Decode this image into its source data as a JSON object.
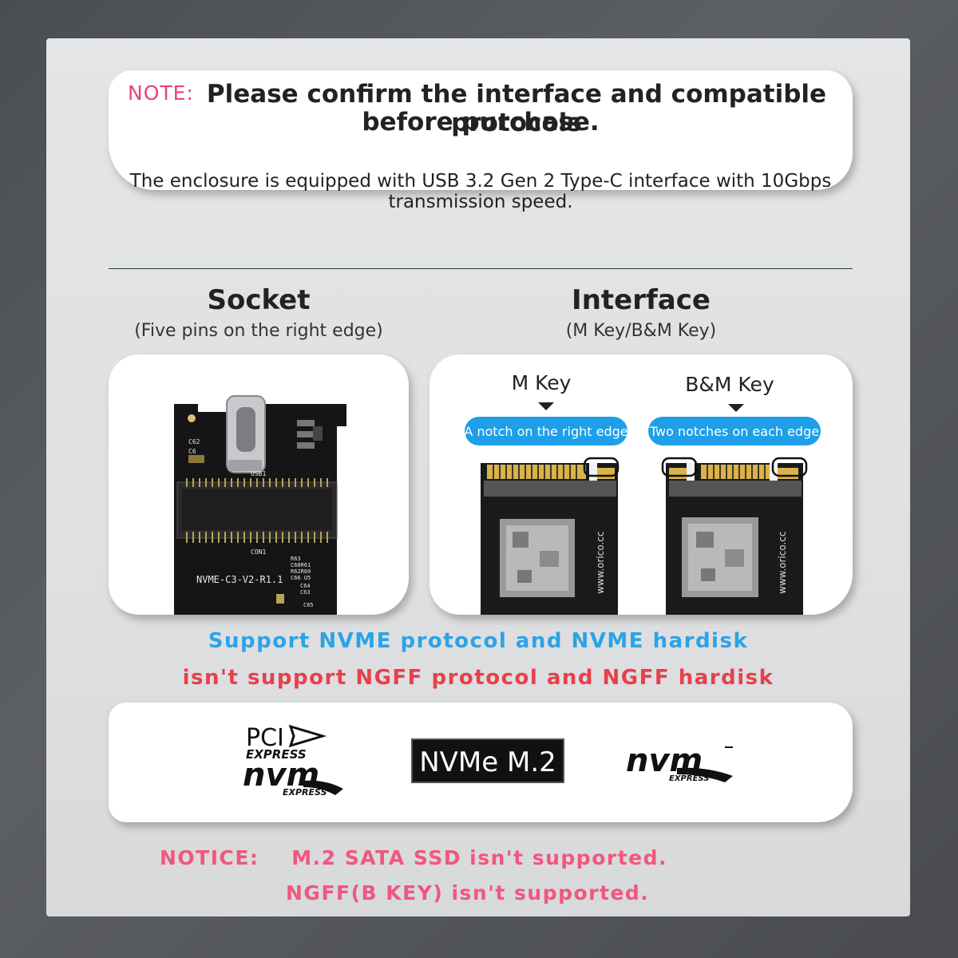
{
  "note": {
    "label": "NOTE:",
    "line1": "Please confirm the interface and compatible protocols",
    "line2": "before purchase.",
    "sub1": "The enclosure is equipped with USB 3.2 Gen 2 Type-C interface with 10Gbps",
    "sub2": "transmission speed."
  },
  "socket": {
    "title": "Socket",
    "subtitle": "(Five pins on the right edge)",
    "board_labels": [
      "C62",
      "C6",
      "USB1",
      "CON1",
      "NVME-C3-V2-R1.1",
      "R63",
      "C68R61",
      "R62R60",
      "C66 U5",
      "C64",
      "C63",
      "C65"
    ]
  },
  "interface": {
    "title": "Interface",
    "subtitle": "(M Key/B&M Key)",
    "mkey": {
      "label": "M Key",
      "badge": "A notch on the right edge",
      "brand": "www.orico.cc"
    },
    "bmkey": {
      "label": "B&M Key",
      "badge": "Two notches on each edge",
      "brand": "www.orico.cc"
    },
    "badge_color": "#1e9fe8"
  },
  "support": {
    "blue": "Support NVME protocol and NVME hardisk",
    "red": "isn't support NGFF protocol and NGFF hardisk"
  },
  "logos": {
    "pci_line1": "PCI",
    "pci_line2": "EXPRESS",
    "nvm": "nvm",
    "express": "EXPRESS",
    "nvme_m2": "NVMe M.2"
  },
  "notice": {
    "label": "NOTICE:",
    "line1": "M.2 SATA SSD isn't supported.",
    "line2": "NGFF(B KEY) isn't supported."
  }
}
